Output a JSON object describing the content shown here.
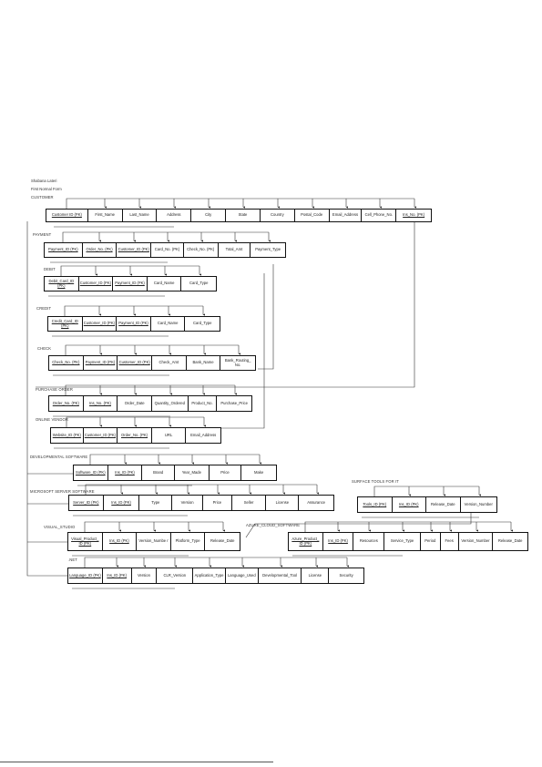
{
  "header": {
    "author": "Shabana Lateri",
    "subtitle": "First Normal Form"
  },
  "footer": {
    "text": ""
  },
  "tables": [
    {
      "id": "customer",
      "label": "CUSTOMER",
      "cells": [
        {
          "text": "Customer ID (PK)",
          "pk": true
        },
        {
          "text": "First_Name"
        },
        {
          "text": "Last_Name"
        },
        {
          "text": "Address"
        },
        {
          "text": "City"
        },
        {
          "text": "State"
        },
        {
          "text": "Country"
        },
        {
          "text": "Postal_Code"
        },
        {
          "text": "Email_Address"
        },
        {
          "text": "Cell_Phone_No."
        },
        {
          "text": "Ins_No. (PK)",
          "pk": true
        }
      ]
    },
    {
      "id": "payment",
      "label": "PAYMENT",
      "cells": [
        {
          "text": "Payment_ID (PK)",
          "pk": true
        },
        {
          "text": "Order_No. (PK)",
          "pk": true
        },
        {
          "text": "Customer_ID (PK)",
          "pk": true
        },
        {
          "text": "Card_No. (PK)"
        },
        {
          "text": "Check_No. (PK)"
        },
        {
          "text": "Total_Amt"
        },
        {
          "text": "Payment_Type"
        }
      ]
    },
    {
      "id": "debit",
      "label": "DEBIT",
      "cells": [
        {
          "text": "Debit_Card_ID (PK)",
          "pk": true
        },
        {
          "text": "Customer_ID (PK)",
          "pk": true
        },
        {
          "text": "Payment_ID (PK)",
          "pk": true
        },
        {
          "text": "Card_Name"
        },
        {
          "text": "Card_Type"
        }
      ]
    },
    {
      "id": "credit",
      "label": "CREDIT",
      "cells": [
        {
          "text": "Credit_Card_ID (PK)",
          "pk": true
        },
        {
          "text": "Customer_ID (PK)",
          "pk": true
        },
        {
          "text": "Payment_ID (PK)",
          "pk": true
        },
        {
          "text": "Card_Name"
        },
        {
          "text": "Card_Type"
        }
      ]
    },
    {
      "id": "check",
      "label": "CHECK",
      "cells": [
        {
          "text": "Check_No. (PK)",
          "pk": true
        },
        {
          "text": "Payment_ID (PK)",
          "pk": true
        },
        {
          "text": "Customer_ID (PK)",
          "pk": true
        },
        {
          "text": "Check_Amt"
        },
        {
          "text": "Bank_Name"
        },
        {
          "text": "Bank_Routing_ No."
        }
      ]
    },
    {
      "id": "purchase_order",
      "label": "PURCHASE ORDER",
      "cells": [
        {
          "text": "Order_No. (PK)",
          "pk": true
        },
        {
          "text": "Ins_No. (PK)",
          "pk": true
        },
        {
          "text": "Order_Date"
        },
        {
          "text": "Quantity_Ordered"
        },
        {
          "text": "Product_No."
        },
        {
          "text": "Purchase_Price"
        }
      ]
    },
    {
      "id": "online_vendor",
      "label": "ONLINE VENDOR",
      "cells": [
        {
          "text": "Website_ID (PK)",
          "pk": true
        },
        {
          "text": "Customer_ID (PK)",
          "pk": true
        },
        {
          "text": "Order_No. (PK)",
          "pk": true
        },
        {
          "text": "URL"
        },
        {
          "text": "Email_Address"
        }
      ]
    },
    {
      "id": "developmental_software",
      "label": "DEVELOPMENTAL SOFTWARE",
      "cells": [
        {
          "text": "Software_ID (PK)",
          "pk": true
        },
        {
          "text": "Ins_ID (PK)",
          "pk": true
        },
        {
          "text": "Brand"
        },
        {
          "text": "Year_Made"
        },
        {
          "text": "Price"
        },
        {
          "text": "Make"
        }
      ]
    },
    {
      "id": "surface_tools",
      "label": "SURFACE TOOLS FOR IT",
      "cells": [
        {
          "text": "Tools_ID (PK)",
          "pk": true
        },
        {
          "text": "Ins_ID (PK)",
          "pk": true
        },
        {
          "text": "Release_Date"
        },
        {
          "text": "Version_Number"
        }
      ]
    },
    {
      "id": "microsoft_server",
      "label": "MICROSOFT SERVER SOFTWARE",
      "cells": [
        {
          "text": "Server_ID (PK)",
          "pk": true
        },
        {
          "text": "Ins_ID (PK)",
          "pk": true
        },
        {
          "text": "Type"
        },
        {
          "text": "Version"
        },
        {
          "text": "Price"
        },
        {
          "text": "Seller"
        },
        {
          "text": "License"
        },
        {
          "text": "Assurance"
        }
      ]
    },
    {
      "id": "visual_studio",
      "label": "VISUAL_STUDIO",
      "cells": [
        {
          "text": "Visual_Product_ ID (PK)",
          "pk": true
        },
        {
          "text": "Ins_ID (PK)",
          "pk": true
        },
        {
          "text": "Version_Numbe r"
        },
        {
          "text": "Platform_Type"
        },
        {
          "text": "Release_Date"
        }
      ]
    },
    {
      "id": "azure",
      "label": "AZURE_CLOUD_SOFTWARE",
      "cells": [
        {
          "text": "Azure_Product_ ID (PK)",
          "pk": true
        },
        {
          "text": "Ins_ID (PK)",
          "pk": true
        },
        {
          "text": "Resources"
        },
        {
          "text": "Service_Type"
        },
        {
          "text": "Period"
        },
        {
          "text": "Fees"
        },
        {
          "text": "Version_Number"
        },
        {
          "text": "Release_Date"
        }
      ]
    },
    {
      "id": "net",
      "label": ".NET",
      "cells": [
        {
          "text": "Language_ID (PK)",
          "pk": true
        },
        {
          "text": "Ins_ID (PK)",
          "pk": true
        },
        {
          "text": "Version"
        },
        {
          "text": "CLR_Version"
        },
        {
          "text": "Application_Type"
        },
        {
          "text": "Language_Used"
        },
        {
          "text": "Developmental_Tool"
        },
        {
          "text": "License"
        },
        {
          "text": "Security"
        }
      ]
    }
  ]
}
